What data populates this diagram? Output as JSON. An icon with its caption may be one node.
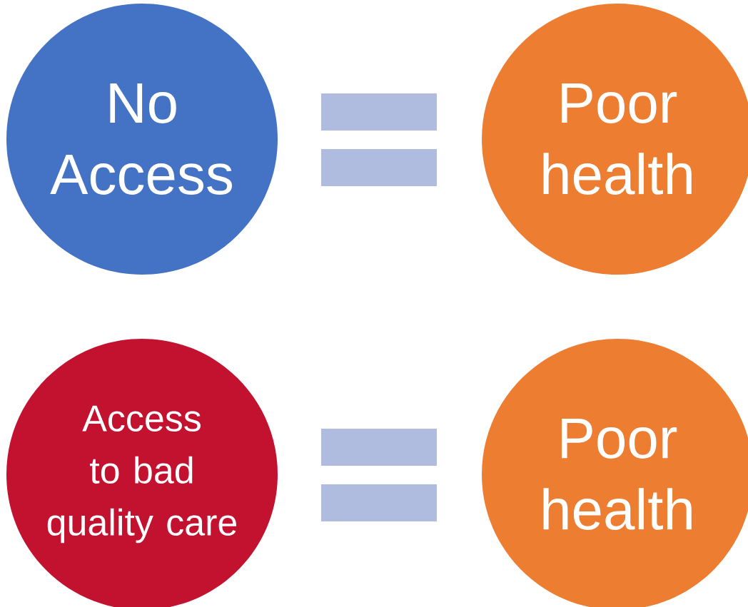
{
  "diagram": {
    "nodes": [
      {
        "text": [
          "No Access"
        ]
      },
      {
        "text": [
          "Poor health"
        ]
      },
      {
        "text": [
          "Access to bad quality care"
        ]
      },
      {
        "text": [
          "Poor health"
        ]
      }
    ]
  }
}
